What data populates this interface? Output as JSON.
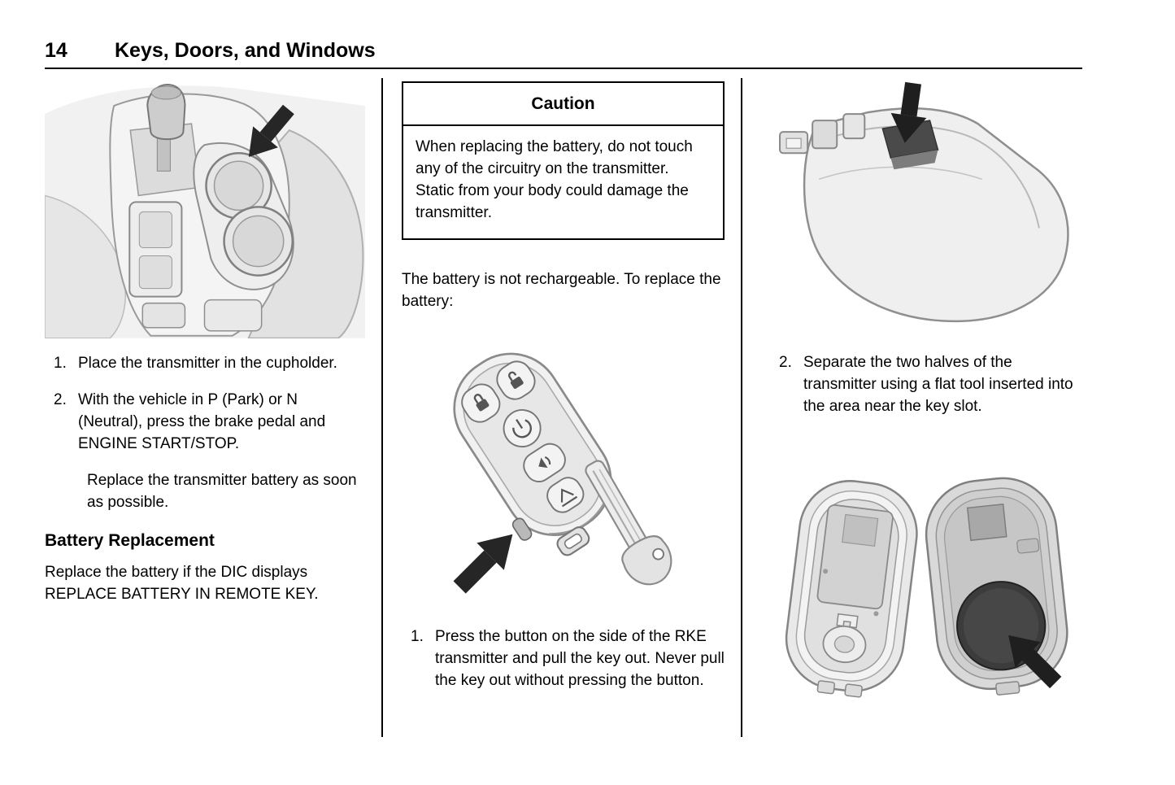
{
  "header": {
    "page_number": "14",
    "title": "Keys, Doors, and Windows"
  },
  "left_column": {
    "steps": [
      {
        "num": "1.",
        "text": "Place the transmitter in the cupholder."
      },
      {
        "num": "2.",
        "text": "With the vehicle in P (Park) or N (Neutral), press the brake pedal and ENGINE START/STOP."
      }
    ],
    "step2_continuation": "Replace the transmitter battery as soon as possible.",
    "heading": "Battery Replacement",
    "paragraph": "Replace the battery if the DIC displays REPLACE BATTERY IN REMOTE KEY."
  },
  "middle_column": {
    "caution": {
      "title": "Caution",
      "body": "When replacing the battery, do not touch any of the circuitry on the transmitter. Static from your body could damage the transmitter."
    },
    "intro": "The battery is not rechargeable. To replace the battery:",
    "steps": [
      {
        "num": "1.",
        "text": "Press the button on the side of the RKE transmitter and pull the key out. Never pull the key out without pressing the button."
      }
    ]
  },
  "right_column": {
    "steps": [
      {
        "num": "2.",
        "text": "Separate the two halves of the transmitter using a flat tool inserted into the area near the key slot."
      }
    ]
  },
  "illustrations": {
    "console": "center-console-cupholder-with-arrow",
    "keyfob": "rke-transmitter-and-key-blade-with-arrow",
    "shell": "transmitter-shell-key-slot-with-arrow",
    "halves": "transmitter-halves-circuit-board-and-battery-with-arrow"
  }
}
